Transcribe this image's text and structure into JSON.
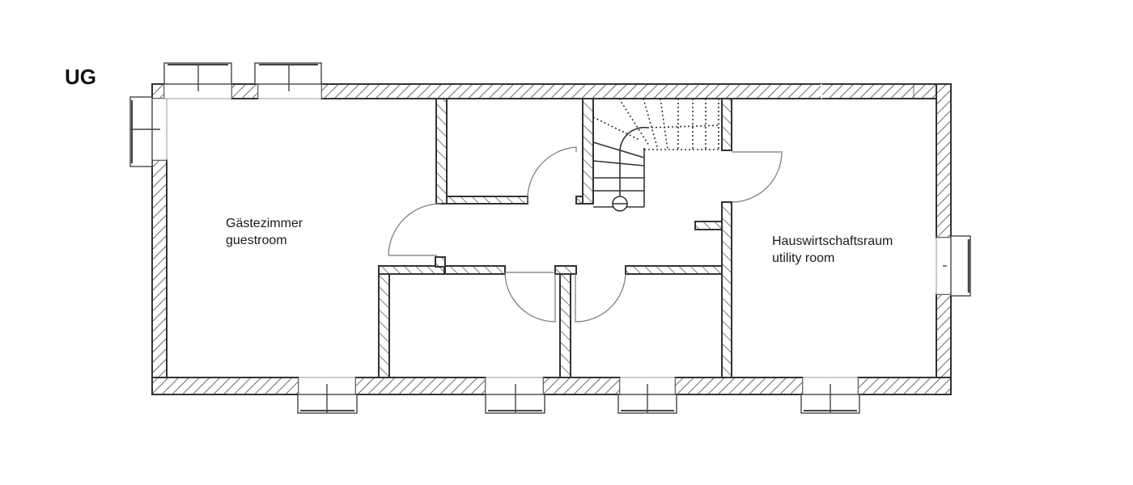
{
  "plan": {
    "level_label": "UG",
    "rooms": [
      {
        "id": "guestroom",
        "name_de": "Gästezimmer",
        "name_en": "guestroom"
      },
      {
        "id": "utility",
        "name_de": "Hauswirtschaftsraum",
        "name_en": "utility room"
      }
    ],
    "colors": {
      "line": "#333333",
      "hatch": "#444444",
      "background": "#ffffff",
      "thin_line": "#888888"
    },
    "elements": {
      "windows": 8,
      "doors": 5,
      "staircase": "quarter-turn stair"
    }
  }
}
